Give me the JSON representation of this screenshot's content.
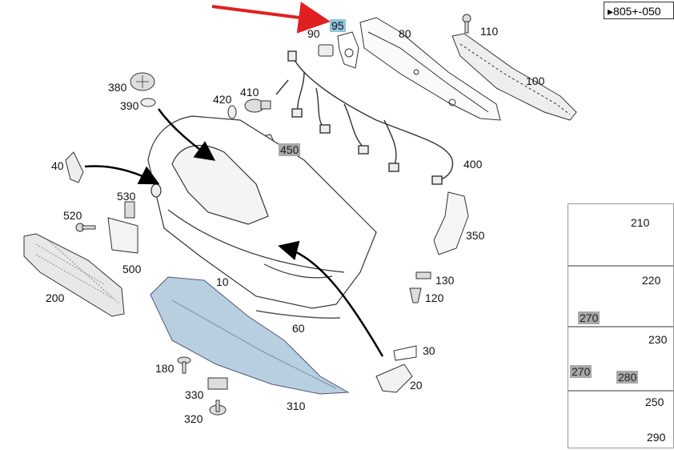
{
  "reference": {
    "text": "▸805+-050"
  },
  "callouts": {
    "p95": "95",
    "p90": "90",
    "p80": "80",
    "p110": "110",
    "p100": "100",
    "p380": "380",
    "p390": "390",
    "p410": "410",
    "p420": "420",
    "p450": "450",
    "p400": "400",
    "p40": "40",
    "p530": "530",
    "p520": "520",
    "p500": "500",
    "p350": "350",
    "p200": "200",
    "p10": "10",
    "p130": "130",
    "p120": "120",
    "p60": "60",
    "p30": "30",
    "p180": "180",
    "p330": "330",
    "p20": "20",
    "p310": "310",
    "p320": "320",
    "p210": "210",
    "p220": "220",
    "p270a": "270",
    "p230": "230",
    "p270b": "270",
    "p280": "280",
    "p250": "250",
    "p290": "290"
  },
  "colors": {
    "highlight_blue": "#8ec6de",
    "highlight_gray": "#a9a9a9",
    "arrow_red": "#e02020",
    "underbody_fill": "#b8cfe0"
  }
}
